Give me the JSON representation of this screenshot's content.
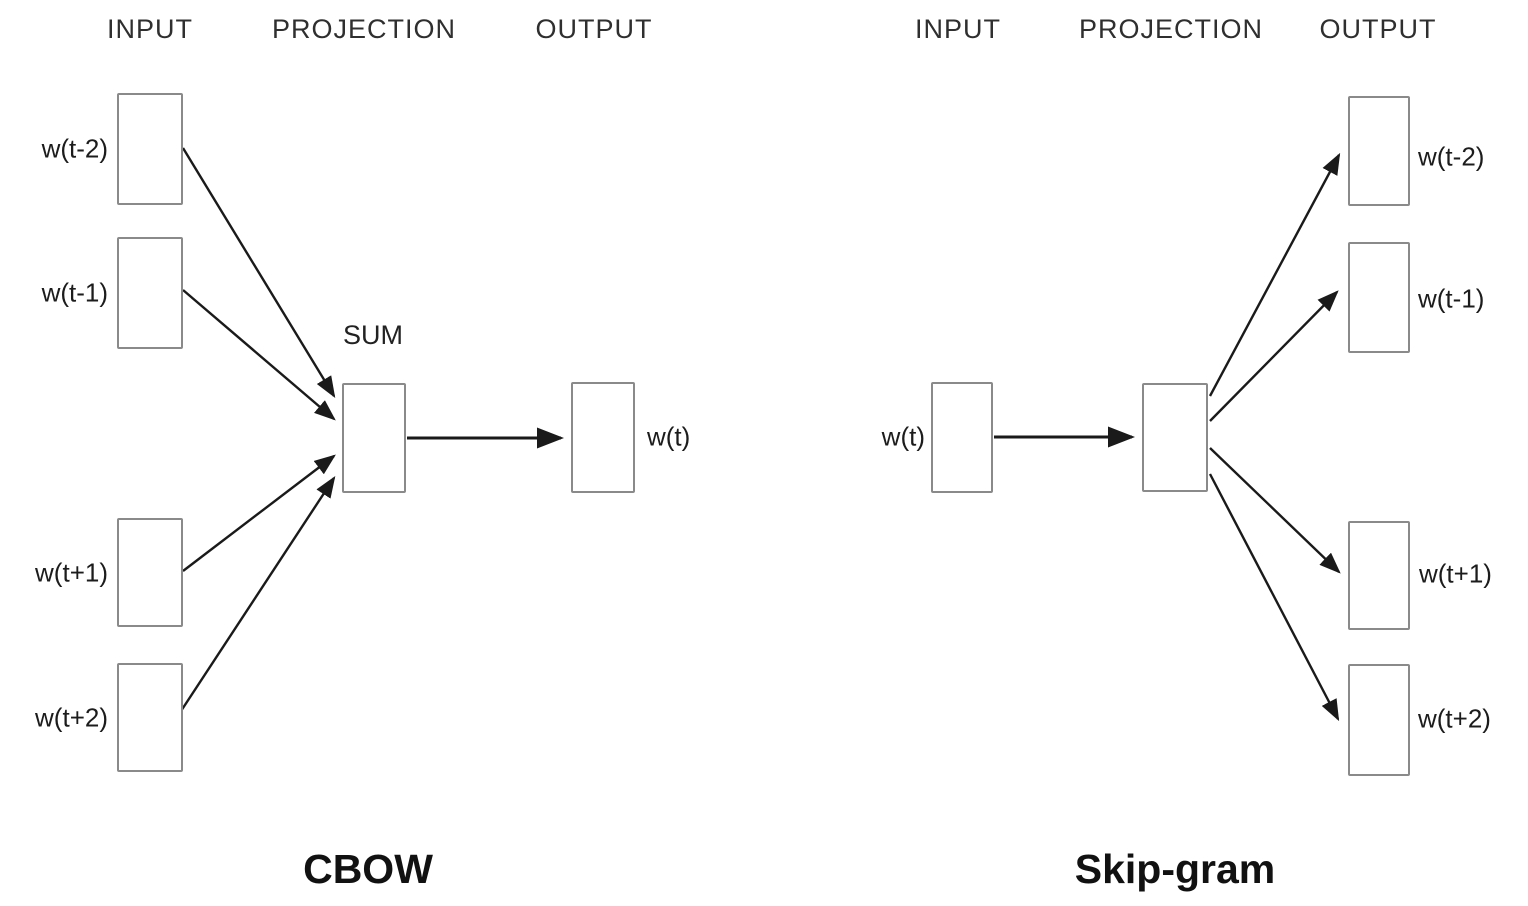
{
  "colors": {
    "background": "#ffffff",
    "box_border": "#8a8a8a",
    "box_fill": "#ffffff",
    "arrow": "#1a1a1a",
    "header_text": "#2f2f2f",
    "label_text": "#1c1c1c",
    "title_text": "#111111"
  },
  "cbow": {
    "title": "CBOW",
    "headers": [
      "INPUT",
      "PROJECTION",
      "OUTPUT"
    ],
    "sum_label": "SUM",
    "input_labels": [
      "w(t-2)",
      "w(t-1)",
      "w(t+1)",
      "w(t+2)"
    ],
    "output_label": "w(t)"
  },
  "skipgram": {
    "title": "Skip-gram",
    "headers": [
      "INPUT",
      "PROJECTION",
      "OUTPUT"
    ],
    "input_label": "w(t)",
    "output_labels": [
      "w(t-2)",
      "w(t-1)",
      "w(t+1)",
      "w(t+2)"
    ]
  }
}
